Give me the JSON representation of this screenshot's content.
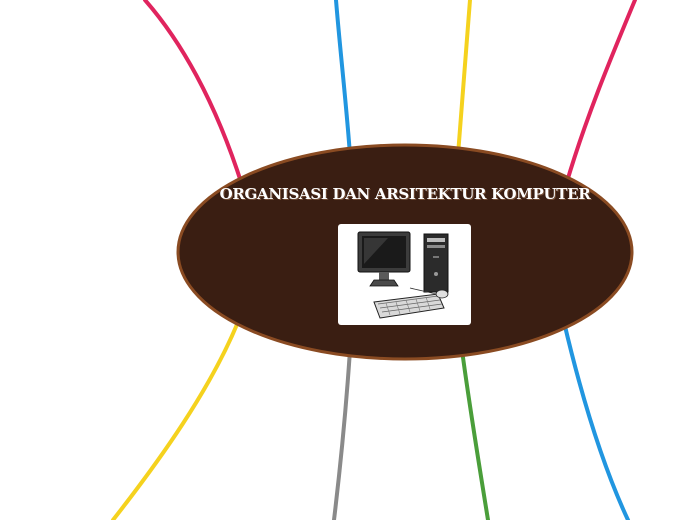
{
  "central_node": {
    "title": "ORGANISASI DAN ARSITEKTUR KOMPUTER",
    "fill_color": "#3a1e12",
    "border_color": "#8a4b22",
    "image_icon": "desktop-computer-icon"
  },
  "branches": [
    {
      "id": "top-left",
      "color": "#e0245e"
    },
    {
      "id": "top-center-left",
      "color": "#2196e0"
    },
    {
      "id": "top-center-right",
      "color": "#f5d21e"
    },
    {
      "id": "top-right",
      "color": "#e0245e"
    },
    {
      "id": "bottom-left",
      "color": "#f5d21e"
    },
    {
      "id": "bottom-center-left",
      "color": "#8a8a8a"
    },
    {
      "id": "bottom-center-right",
      "color": "#4a9e3a"
    },
    {
      "id": "bottom-right",
      "color": "#2196e0"
    }
  ]
}
